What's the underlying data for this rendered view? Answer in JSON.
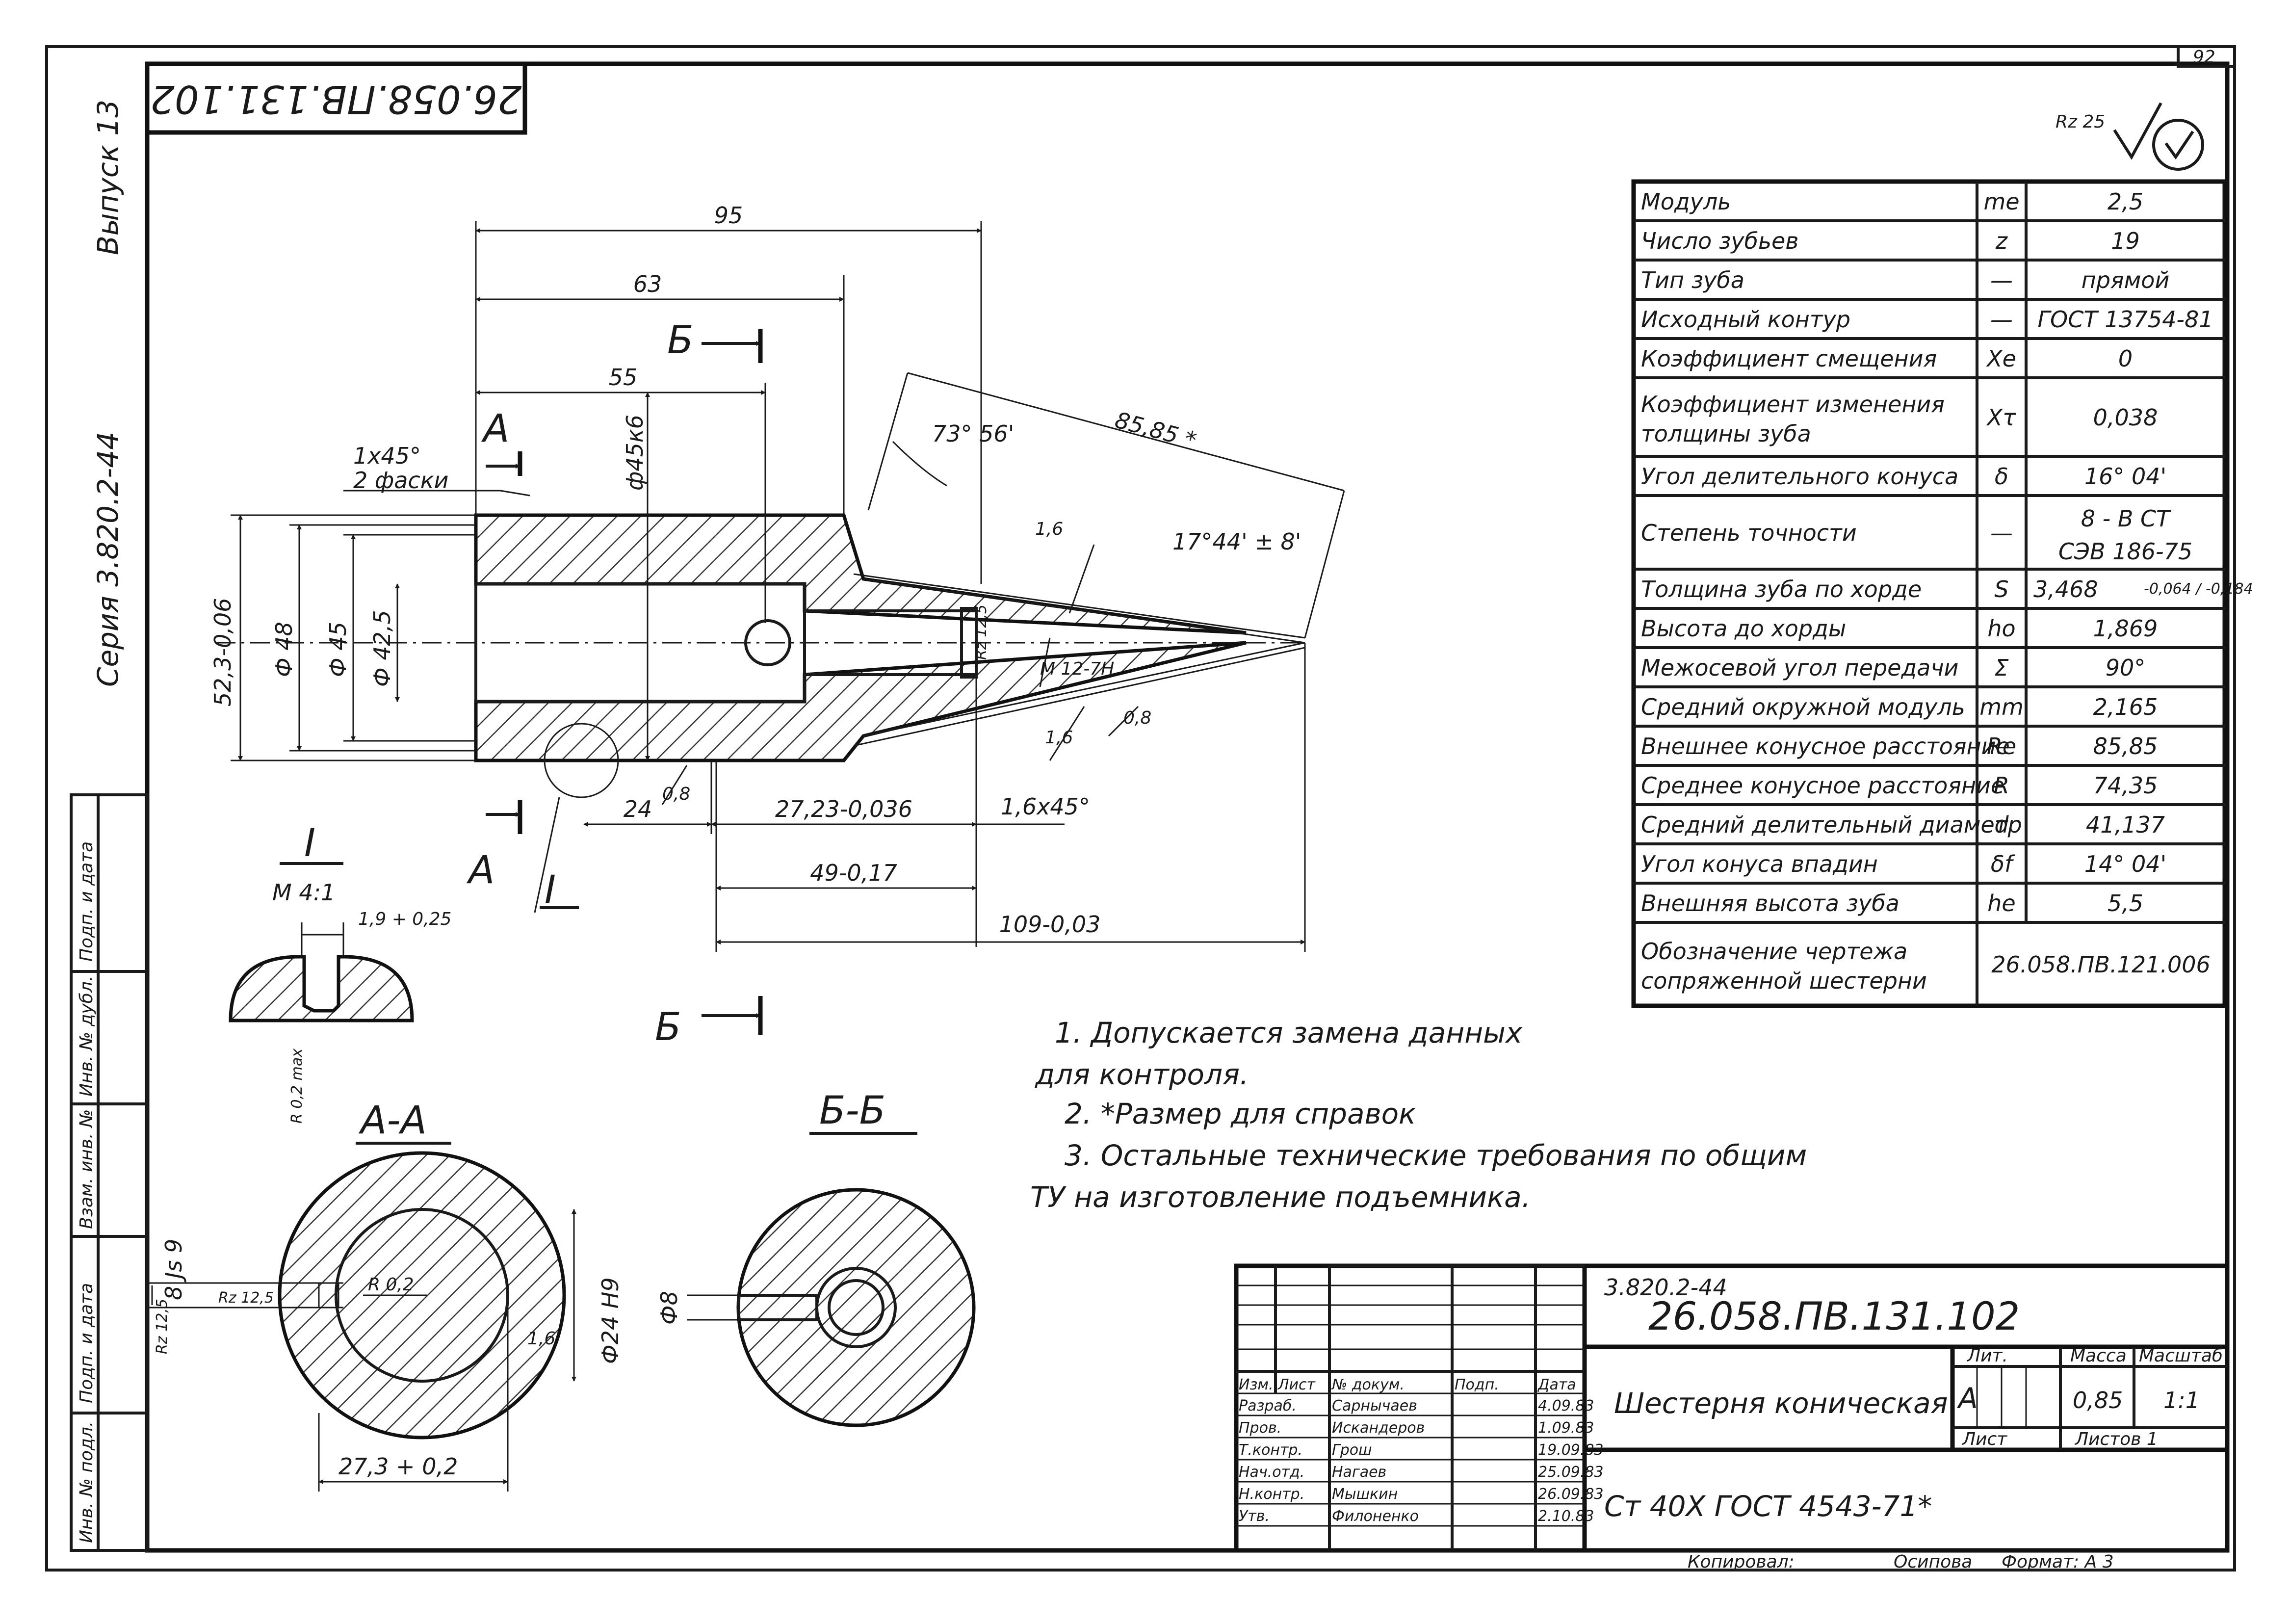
{
  "sheet_number": "92",
  "mirrored_code": "26.058.ПВ.131.102",
  "roughness_mark": "Rz 25",
  "left_margin": {
    "issue": "Выпуск 13",
    "series": "Серия 3.820.2-44",
    "stamps": [
      "Подп. и дата",
      "Инв. № дубл.",
      "Взам. инв. №",
      "Подп. и дата",
      "Инв. № подл."
    ]
  },
  "dimensions": {
    "d95": "95",
    "d63": "63",
    "d55": "55",
    "chamfer": "1x45°",
    "chamfer2": "2 фаски",
    "phi45k6": "ф45к6",
    "d52": "52,3-0,06",
    "phi48": "Ф 48",
    "phi45": "Ф 45",
    "phi42": "Ф 42,5",
    "angle73": "73° 56'",
    "len8585": "85,85 *",
    "angle17": "17°44' ± 8'",
    "r16a": "1,6",
    "r16b": "1,6",
    "r08a": "0,8",
    "r08b": "0,8",
    "rz125": "Rz 12,5",
    "thread": "M 12-7H",
    "d24": "24",
    "d2723": "27,23-0,036",
    "ch16": "1,6x45°",
    "d49": "49-0,17",
    "d109": "109-0,03"
  },
  "section_marks": {
    "b_top": "Б",
    "b_bot": "Б",
    "a_top": "А",
    "a_bot": "А",
    "detail": "I"
  },
  "detail_view": {
    "label": "I",
    "scale": "М 4:1",
    "dim": "1,9 + 0,25",
    "radius": "R 0,2 max"
  },
  "section_aa": {
    "title": "А-А",
    "d8js9": "8 Js 9",
    "rz_a": "Rz 12,5",
    "rz_b": "Rz 12,5",
    "r02": "R 0,2",
    "r16": "1,6",
    "phi24": "Ф24 H9",
    "d273": "27,3 + 0,2"
  },
  "section_bb": {
    "title": "Б-Б",
    "phi8": "Ф8"
  },
  "notes": [
    "1.  Допускается  замена  данных",
    "для  контроля.",
    "2.  *Размер  для  справок",
    "3.  Остальные  технические  требования  по  общим",
    "ТУ  на  изготовление  подъемника."
  ],
  "params": [
    {
      "name": "Модуль",
      "sym": "me",
      "val": "2,5"
    },
    {
      "name": "Число  зубьев",
      "sym": "z",
      "val": "19"
    },
    {
      "name": "Тип  зуба",
      "sym": "—",
      "val": "прямой"
    },
    {
      "name": "Исходный  контур",
      "sym": "—",
      "val": "ГОСТ 13754-81"
    },
    {
      "name": "Коэффициент  смещения",
      "sym": "Xe",
      "val": "0"
    },
    {
      "name": "Коэффициент  изменения",
      "name2": "толщины  зуба",
      "sym": "Xτ",
      "val": "0,038"
    },
    {
      "name": "Угол делительного конуса",
      "sym": "δ",
      "val": "16° 04'"
    },
    {
      "name": "Степень   точности",
      "sym": "—",
      "val": "8 - В СТ",
      "val2": "СЭВ 186-75"
    },
    {
      "name": "Толщина зуба по хорде",
      "sym": "S",
      "val": "3,468",
      "val_tol": "-0,064 / -0,184"
    },
    {
      "name": "Высота  до хорды",
      "sym": "ho",
      "val": "1,869"
    },
    {
      "name": "Межосевой угол передачи",
      "sym": "Σ",
      "val": "90°"
    },
    {
      "name": "Средний окружной модуль",
      "sym": "mm",
      "val": "2,165"
    },
    {
      "name": "Внешнее конусное расстояние",
      "sym": "Re",
      "val": "85,85"
    },
    {
      "name": "Среднее конусное расстояние",
      "sym": "R",
      "val": "74,35"
    },
    {
      "name": "Средний делительный диаметр",
      "sym": "d",
      "val": "41,137"
    },
    {
      "name": "Угол конуса впадин",
      "sym": "δf",
      "val": "14° 04'"
    },
    {
      "name": "Внешняя  высота  зуба",
      "sym": "he",
      "val": "5,5"
    },
    {
      "name": "Обозначение  чертежа",
      "name2": "сопряженной  шестерни",
      "sym": "",
      "val": "26.058.ПВ.121.006"
    }
  ],
  "title_block": {
    "series_code": "3.820.2-44",
    "doc_code": "26.058.ПВ.131.102",
    "part_name": "Шестерня  коническая",
    "material": "Ст 40Х  ГОСТ 4543-71*",
    "lit_header": "Лит.",
    "mass_header": "Масса",
    "scale_header": "Масштаб",
    "lit_value": "А",
    "mass_value": "0,85",
    "scale_value": "1:1",
    "sheet_label": "Лист",
    "sheets_label": "Листов  1",
    "head_cols": [
      "Изм.",
      "Лист",
      "№ докум.",
      "Подп.",
      "Дата"
    ],
    "roles": [
      {
        "role": "Разраб.",
        "name": "Сарнычаев",
        "date": "4.09.83"
      },
      {
        "role": "Пров.",
        "name": "Искандеров",
        "date": "1.09.83"
      },
      {
        "role": "Т.контр.",
        "name": "Грош",
        "date": "19.09.83"
      },
      {
        "role": "Нач.отд.",
        "name": "Нагаев",
        "date": "25.09.83"
      },
      {
        "role": "Н.контр.",
        "name": "Мышкин",
        "date": "26.09.83"
      },
      {
        "role": "Утв.",
        "name": "Филоненко",
        "date": "2.10.83"
      }
    ]
  },
  "footer": {
    "copied": "Копировал:",
    "copier": "Осипова",
    "format": "Формат: А 3"
  }
}
